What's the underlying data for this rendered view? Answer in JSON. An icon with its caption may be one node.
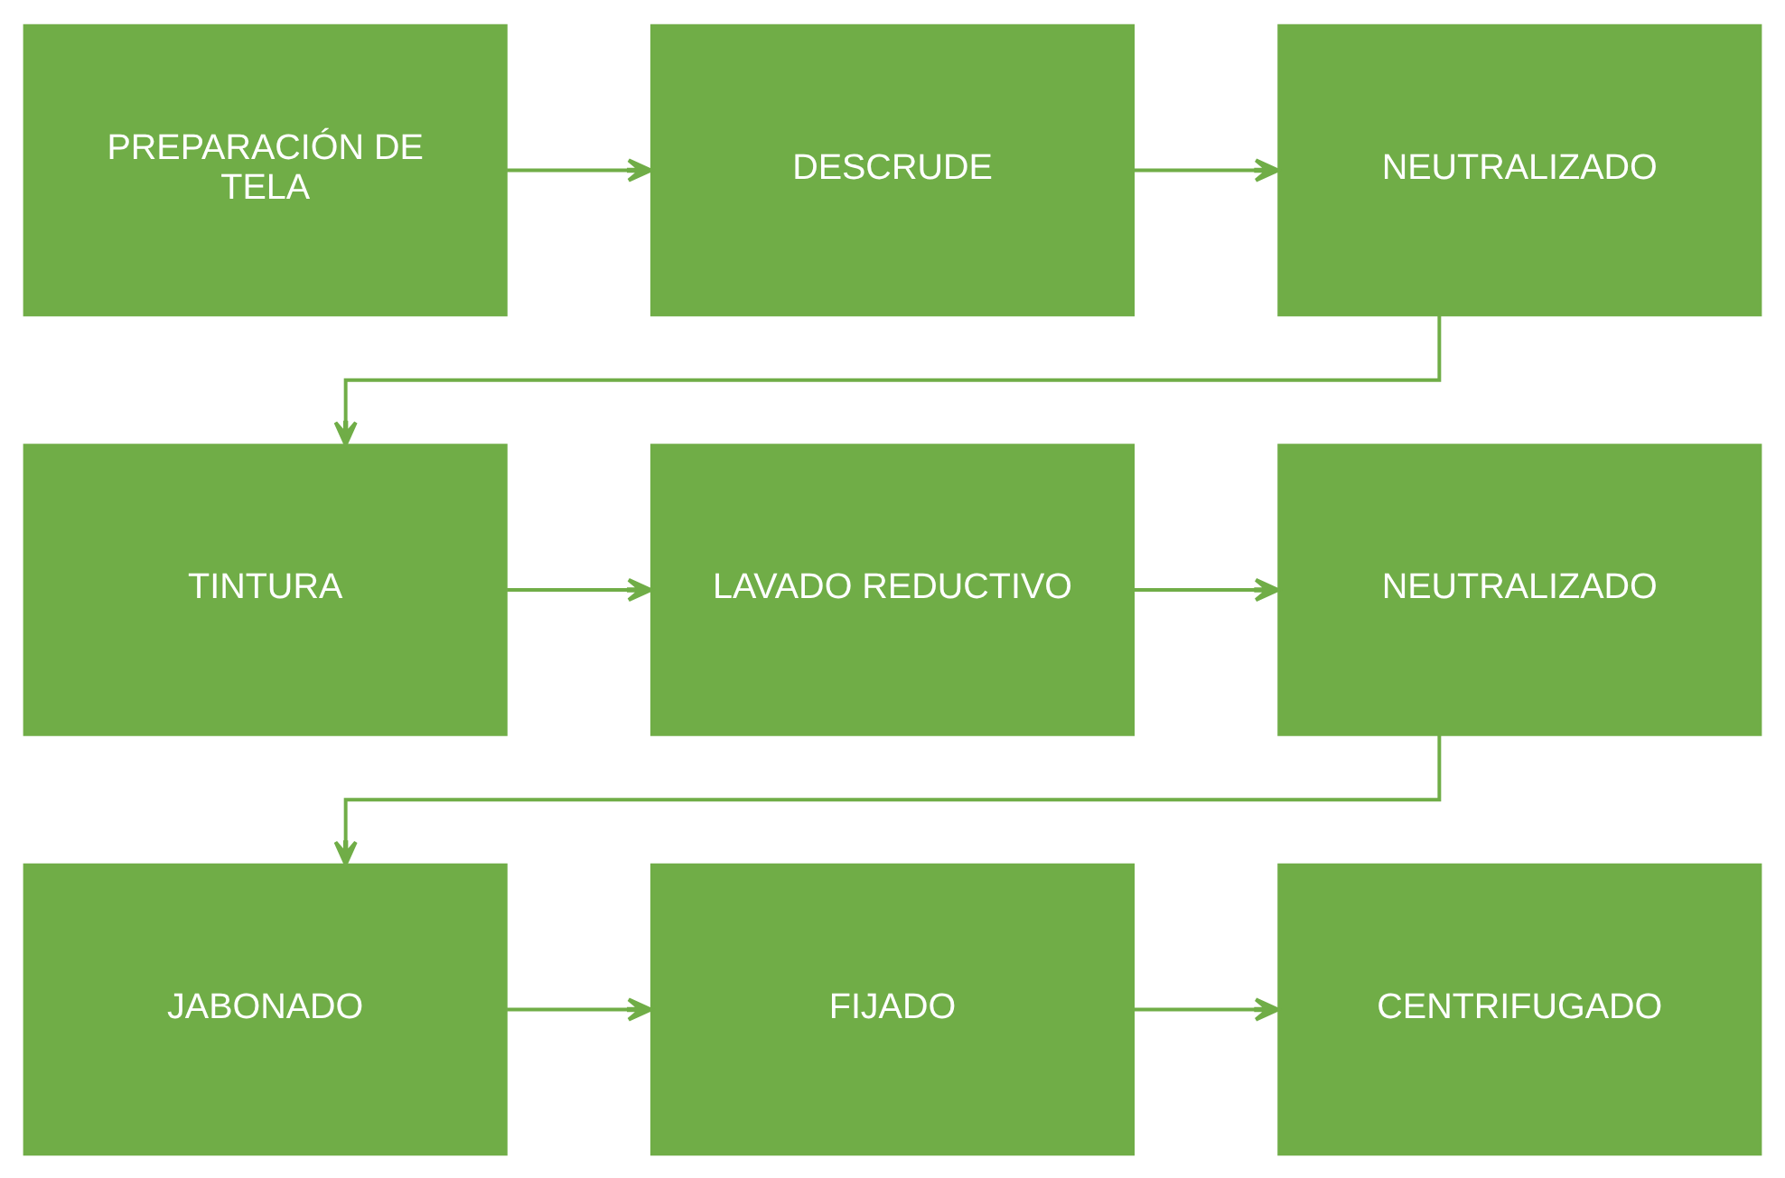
{
  "diagram": {
    "nodes": [
      {
        "text": [
          "PREPARACIÓN DE TELA"
        ]
      },
      {
        "text": [
          "DESCRUDE"
        ]
      },
      {
        "text": [
          "NEUTRALIZADO"
        ]
      },
      {
        "text": [
          "TINTURA"
        ]
      },
      {
        "text": [
          "LAVADO REDUCTIVO"
        ]
      },
      {
        "text": [
          "NEUTRALIZADO"
        ]
      },
      {
        "text": [
          "JABONADO"
        ]
      },
      {
        "text": [
          "FIJADO"
        ]
      },
      {
        "text": [
          "CENTRIFUGADO"
        ]
      }
    ],
    "edges": [
      {
        "from": 0,
        "to": 1,
        "arrow": "to"
      },
      {
        "from": 1,
        "to": 2,
        "arrow": "to"
      },
      {
        "from": 2,
        "to": 3,
        "arrow": "to"
      },
      {
        "from": 3,
        "to": 4,
        "arrow": "to"
      },
      {
        "from": 4,
        "to": 5,
        "arrow": "to"
      },
      {
        "from": 5,
        "to": 6,
        "arrow": "to"
      },
      {
        "from": 6,
        "to": 7,
        "arrow": "to"
      },
      {
        "from": 7,
        "to": 8,
        "arrow": "to"
      }
    ]
  }
}
